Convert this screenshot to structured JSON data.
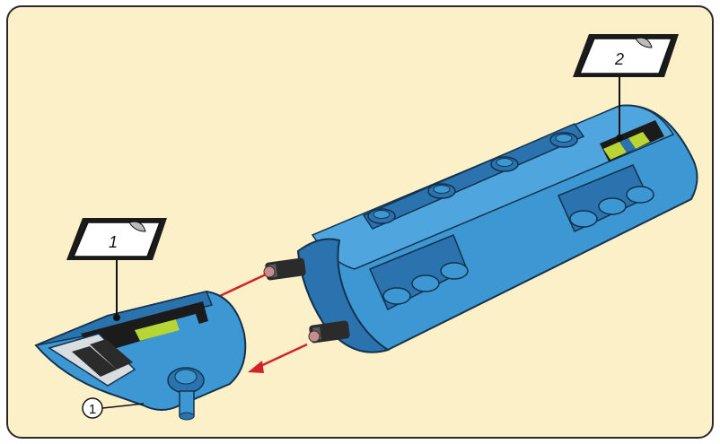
{
  "panel": {
    "background": "#FCF0C9",
    "border": "#2a2a2a"
  },
  "colors": {
    "part_blue": "#3D97D3",
    "part_blue_dark": "#2A73AE",
    "part_shadow": "#1E5A8C",
    "arrow_red": "#D2232A",
    "sticker_lime": "#B7D534",
    "sticker_black": "#1B1B1B"
  },
  "stickers": [
    {
      "number": "1"
    },
    {
      "number": "2"
    }
  ],
  "callout": {
    "number": "1"
  },
  "icons": [
    "sticker-sheet-icon",
    "pin-icon",
    "arrow-icon"
  ]
}
